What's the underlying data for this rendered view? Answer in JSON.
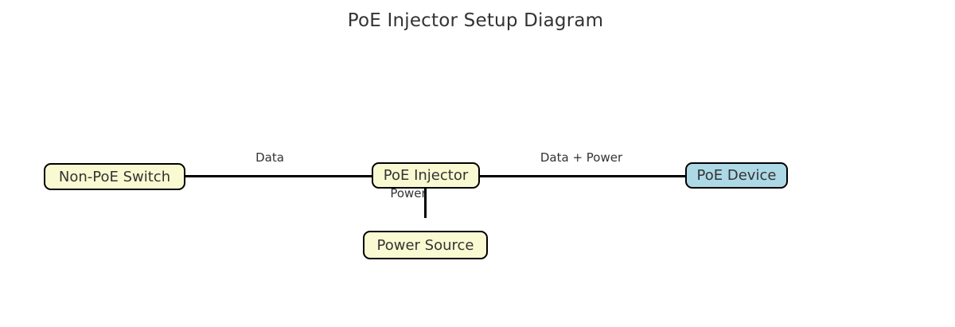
{
  "title": "PoE Injector Setup Diagram",
  "diagram": {
    "nodes": {
      "non_poe_switch": {
        "label": "Non-PoE Switch",
        "fill": "#FAFAD2"
      },
      "poe_injector": {
        "label": "PoE Injector",
        "fill": "#FAFAD2"
      },
      "poe_device": {
        "label": "PoE Device",
        "fill": "#ADD8E6"
      },
      "power_source": {
        "label": "Power Source",
        "fill": "#FAFAD2"
      }
    },
    "edges": {
      "data": {
        "label": "Data",
        "from": "Non-PoE Switch",
        "to": "PoE Injector"
      },
      "data_power": {
        "label": "Data + Power",
        "from": "PoE Injector",
        "to": "PoE Device"
      },
      "power": {
        "label": "Power",
        "from": "PoE Injector",
        "to": "Power Source"
      }
    },
    "colors": {
      "node_border": "#000000",
      "edge_line": "#000000",
      "text": "#333333",
      "background": "#FFFFFF"
    }
  }
}
